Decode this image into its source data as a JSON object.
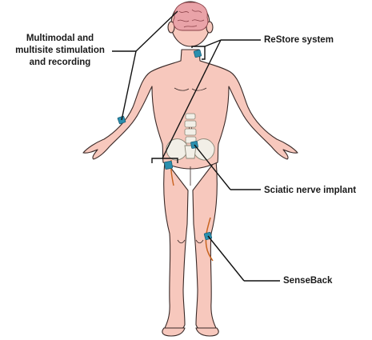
{
  "labels": {
    "multimodal_line1": "Multimodal and",
    "multimodal_line2": "multisite stimulation",
    "multimodal_line3": "and recording",
    "restore": "ReStore system",
    "sciatic": "Sciatic nerve implant",
    "senseback": "SenseBack"
  },
  "colors": {
    "skin": "#f7c8bd",
    "skin_outline": "#3a2a28",
    "brain": "#e9a3a8",
    "implant": "#2a8fae",
    "nerve": "#c8631f",
    "bone": "#f2efe7",
    "leader_line": "#111111"
  },
  "icons": [
    "brain-icon",
    "implant-icon",
    "nerve-icon",
    "pelvis-icon",
    "spine-icon"
  ]
}
